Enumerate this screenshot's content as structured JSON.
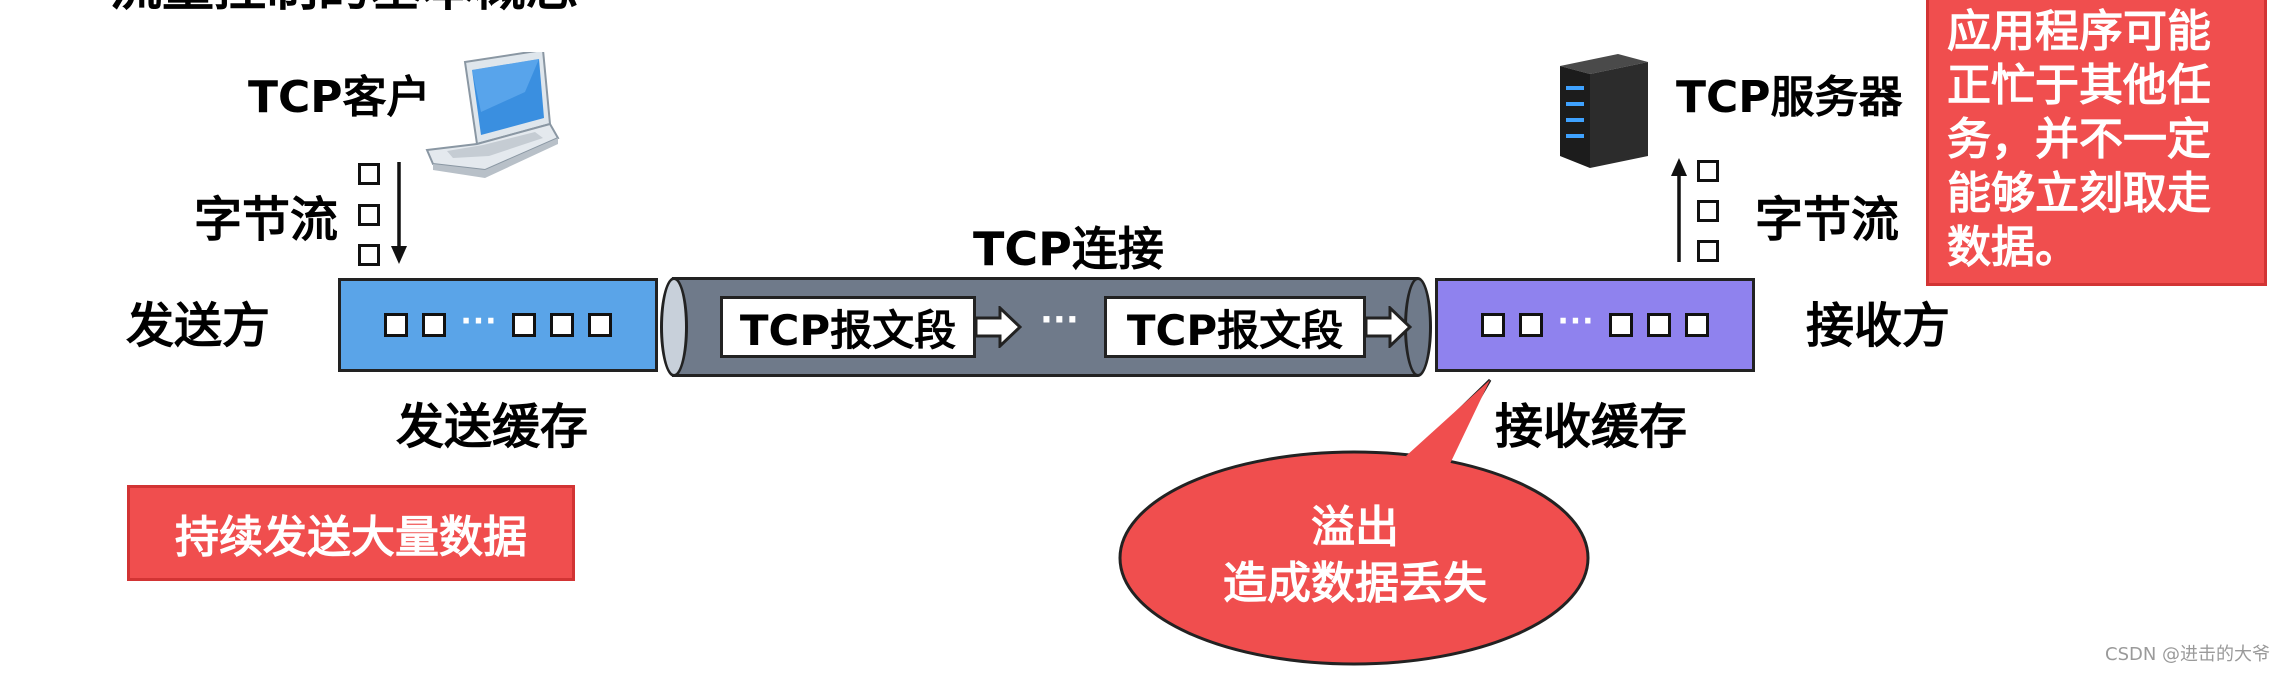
{
  "page_title": "流量控制的基本概念",
  "client": {
    "label": "TCP客户"
  },
  "server": {
    "label": "TCP服务器"
  },
  "byte_stream_left": "字节流",
  "byte_stream_right": "字节流",
  "sender_label": "发送方",
  "receiver_label": "接收方",
  "connection_label": "TCP连接",
  "send_buffer": {
    "label": "发送缓存",
    "dots": "···"
  },
  "recv_buffer": {
    "label": "接收缓存",
    "dots": "···"
  },
  "segments": {
    "seg1": "TCP报文段",
    "seg2": "TCP报文段",
    "ellipsis": "···"
  },
  "warning_box": {
    "text": "持续发送大量数据"
  },
  "overflow_bubble": {
    "line1": "溢出",
    "line2": "造成数据丢失"
  },
  "server_note": {
    "line1": "应用程序可能",
    "line2": "正忙于其他任",
    "line3": "务，并不一定",
    "line4": "能够立刻取走",
    "line5": "数据。"
  },
  "watermark": "CSDN @进击的大爷",
  "colors": {
    "send_buffer": "#5aa4e8",
    "recv_buffer": "#8f82ee",
    "pipe": "#6f7a8a",
    "alert_red": "#f04e4e"
  },
  "icons": {
    "client": "laptop-icon",
    "server": "server-tower-icon"
  }
}
